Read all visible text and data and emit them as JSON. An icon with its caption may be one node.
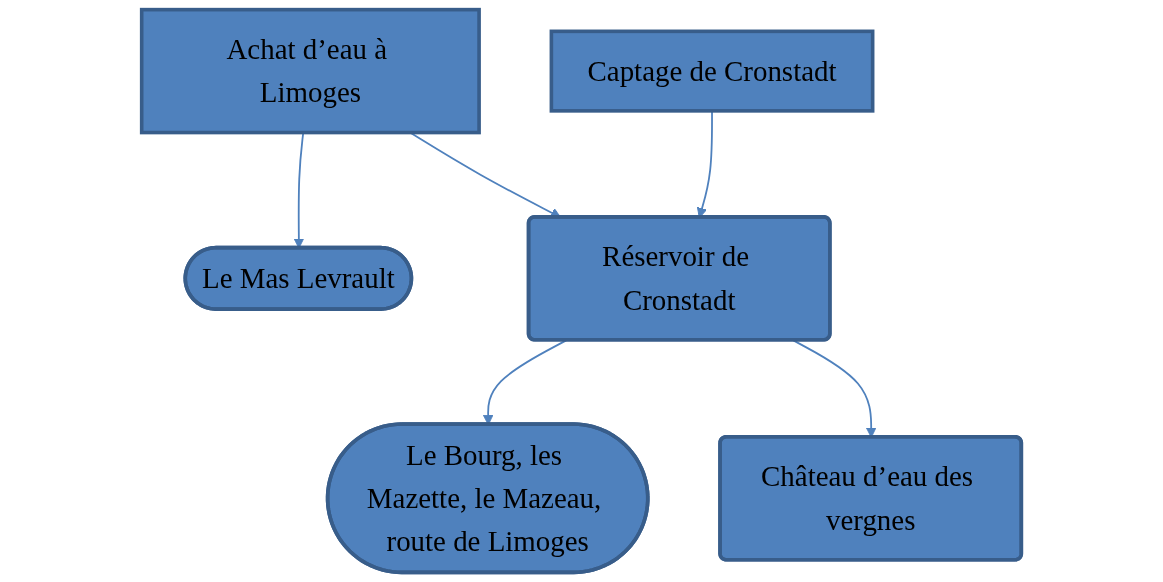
{
  "diagram": {
    "nodes": [
      {
        "text": [
          "Achat d’eau à Limoges"
        ]
      },
      {
        "text": [
          "Captage de Cronstadt"
        ]
      },
      {
        "text": [
          "Réservoir de Cronstadt"
        ]
      },
      {
        "text": [
          "Le Mas Levrault"
        ]
      },
      {
        "text": [
          "Château d’eau des vergnes"
        ]
      },
      {
        "text": [
          "Le Bourg, les Mazette, le Mazeau, route de Limoges"
        ]
      }
    ],
    "edges": [
      {
        "from": 0,
        "to": 3,
        "arrow": "to"
      },
      {
        "from": 0,
        "to": 2,
        "arrow": "to"
      },
      {
        "from": 1,
        "to": 2,
        "arrow": "to"
      },
      {
        "from": 2,
        "to": 5,
        "arrow": "to"
      },
      {
        "from": 2,
        "to": 4,
        "arrow": "to"
      }
    ]
  }
}
